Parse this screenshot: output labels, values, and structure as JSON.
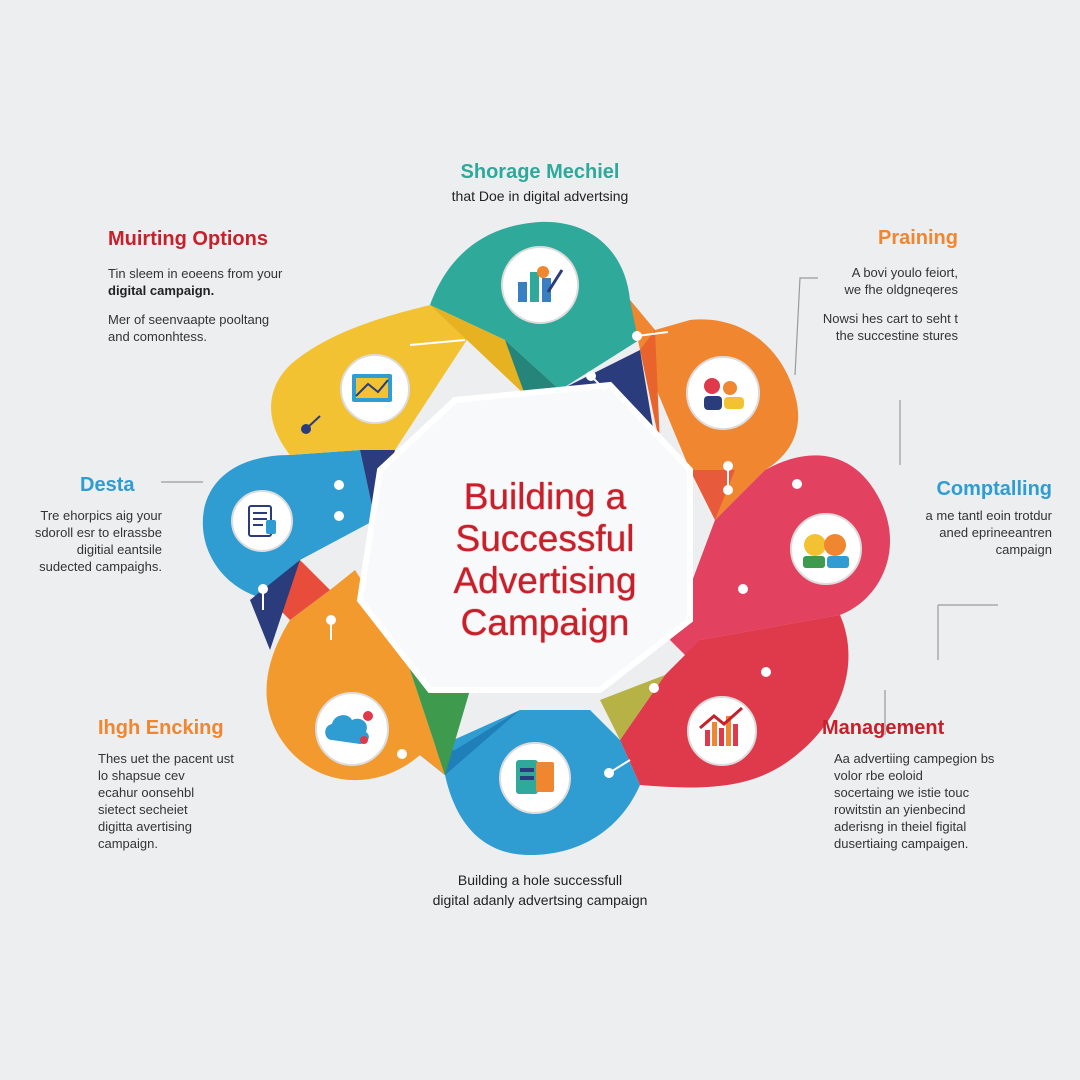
{
  "center": {
    "title_lines": [
      "Building a",
      "Successful",
      "Advertising",
      "Campaign"
    ]
  },
  "top": {
    "heading": "Shorage Mechiel",
    "subtext": "that Doe in digital advertsing"
  },
  "top_left": {
    "heading": "Muirting Options",
    "para1": [
      "Tin sleem in eoeens from your",
      "digital campaign."
    ],
    "para2": [
      "Mer of seenvaapte pooltang",
      "and comonhtess."
    ]
  },
  "top_right": {
    "heading": "Praining",
    "para1": [
      "A bovi youlo feiort,",
      "we fhe oldgneqeres"
    ],
    "para2": [
      "Nowsi hes cart to seht t",
      "the succestine stures"
    ]
  },
  "left": {
    "heading": "Desta",
    "lines": [
      "Tre ehorpics aig your",
      "sdoroll esr to elrassbe",
      "digitial eantsile",
      "sudected campaighs."
    ]
  },
  "right": {
    "heading": "Comptalling",
    "lines": [
      "a me tantl eoin trotdur",
      "aned eprineeantren",
      "campaign"
    ]
  },
  "bottom_left": {
    "heading": "Ihgh Encking",
    "lines": [
      "Thes uet the pacent ust",
      "lo shapsue cev",
      "ecahur oonsehbl",
      "sietect secheiet",
      "digitta avertising",
      "campaign."
    ]
  },
  "bottom_right": {
    "heading": "Management",
    "lines": [
      "Aa advertiing campegion bs",
      "volor rbe eoloid",
      "socertaing we istie touc",
      "rowitstin an yienbecind",
      "aderisng in theiel figital",
      "dusertiaing campaigen."
    ]
  },
  "bottom": {
    "lines": [
      "Building a hole successfull",
      "digital adanly advertsing campaign"
    ]
  },
  "colors": {
    "red": "#c8202a",
    "teal": "#2fa99a",
    "orange": "#f0862f",
    "blue": "#2f9cd2",
    "yellow": "#f2c233",
    "pink": "#e2415f",
    "navy": "#2b3c7c",
    "green": "#3e9b4e"
  },
  "icons": [
    "team-chart-icon",
    "people-icon",
    "avatars-icon",
    "bar-chart-icon",
    "phone-card-icon",
    "cloud-icon",
    "document-icon",
    "map-icon"
  ]
}
